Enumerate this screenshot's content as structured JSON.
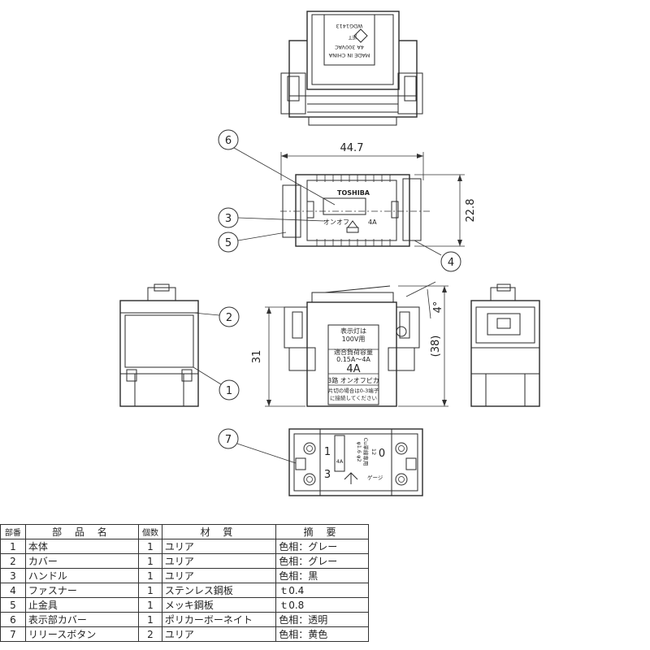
{
  "dimensions": {
    "width": "44.7",
    "depth": "22.8",
    "height": "31",
    "height_total": "(38)",
    "angle": "4°"
  },
  "callouts": [
    "1",
    "2",
    "3",
    "4",
    "5",
    "6",
    "7"
  ],
  "labels": {
    "brand": "TOSHIBA",
    "handle_text": "オンオフ",
    "handle_rating": "4A",
    "rear_code": "WDG1413",
    "rear_rating": "4A 300VAC",
    "rear_made": "MADE IN CHINA",
    "rear_jet": "JET",
    "side_line1": "表示灯は",
    "side_line2": "100V用",
    "side_line3": "適合負荷容量",
    "side_line4": "0.15A～4A",
    "side_line5": "4A",
    "side_line6": "3路 オンオフピカ",
    "side_line7": "片切の場合は0-3端子",
    "side_line8": "に接続してください",
    "bottom_term1": "1",
    "bottom_term3": "3",
    "bottom_term0": "0",
    "bottom_strip": "12",
    "bottom_wire": "φ1.6 φ2",
    "bottom_wire2": "Cu単線専用",
    "bottom_rating": "4A",
    "bottom_gauge": "ゲージ"
  },
  "parts_table": {
    "headers": [
      "部番",
      "部 品 名",
      "個数",
      "材 質",
      "摘 要"
    ],
    "rows": [
      {
        "no": "1",
        "name": "本体",
        "qty": "1",
        "material": "ユリア",
        "note": "色相：グレー"
      },
      {
        "no": "2",
        "name": "カバー",
        "qty": "1",
        "material": "ユリア",
        "note": "色相：グレー"
      },
      {
        "no": "3",
        "name": "ハンドル",
        "qty": "1",
        "material": "ユリア",
        "note": "色相：黒"
      },
      {
        "no": "4",
        "name": "ファスナー",
        "qty": "1",
        "material": "ステンレス鋼板",
        "note": "ｔ0.4"
      },
      {
        "no": "5",
        "name": "止金具",
        "qty": "1",
        "material": "メッキ鋼板",
        "note": "ｔ0.8"
      },
      {
        "no": "6",
        "name": "表示部カバー",
        "qty": "1",
        "material": "ポリカーボーネイト",
        "note": "色相：透明"
      },
      {
        "no": "7",
        "name": "リリースボタン",
        "qty": "2",
        "material": "ユリア",
        "note": "色相：黄色"
      }
    ]
  }
}
